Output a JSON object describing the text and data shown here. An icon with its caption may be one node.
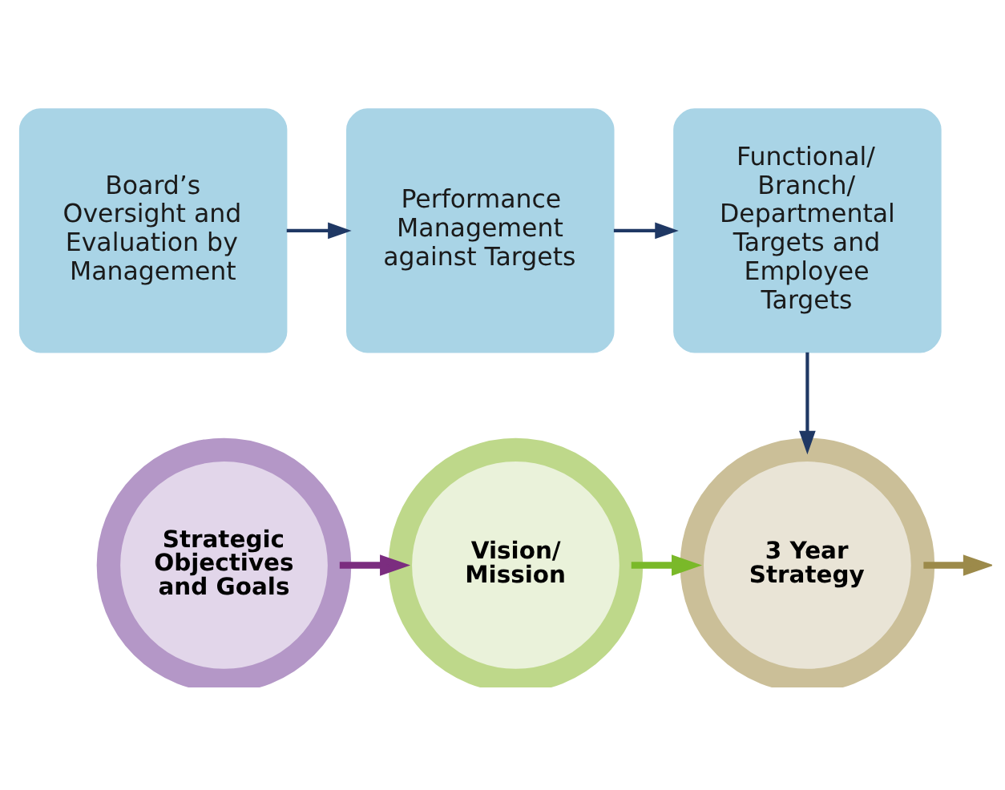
{
  "diagram": {
    "nodes": [
      {
        "text": [
          "Board’s Oversight and Evaluation by Management"
        ]
      },
      {
        "text": [
          "Performance Management against Targets"
        ]
      },
      {
        "text": [
          "Functional/ Branch/ Departmental Targets and Employee Targets"
        ]
      },
      {
        "text": [
          "Strategic Objectives and Goals"
        ]
      },
      {
        "text": [
          "Vision/ Mission"
        ]
      },
      {
        "text": [
          "3 Year Strategy"
        ]
      }
    ],
    "edges": [
      {
        "from": 0,
        "to": 1,
        "arrow": "to"
      },
      {
        "from": 1,
        "to": 2,
        "arrow": "to"
      },
      {
        "from": 2,
        "to": 5,
        "arrow": "to"
      },
      {
        "from": 3,
        "to": 4,
        "arrow": "to",
        "style": "thick",
        "color": "#7b2d7f"
      },
      {
        "from": 4,
        "to": 5,
        "arrow": "to",
        "style": "thick",
        "color": "#7ab929"
      },
      {
        "from": 5,
        "to": null,
        "arrow": "to",
        "style": "thick",
        "color": "#9c8a4a"
      }
    ]
  }
}
